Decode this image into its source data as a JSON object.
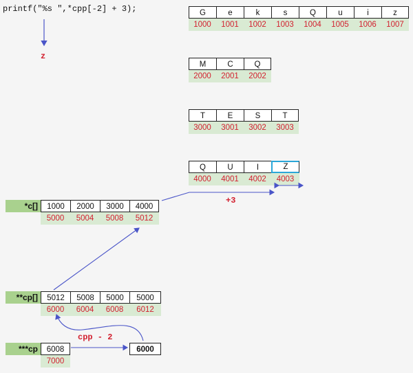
{
  "code": "printf(\"%s \",*cpp[-2] + 3);",
  "output": "z",
  "arrays": {
    "geeks": {
      "cells": [
        "G",
        "e",
        "k",
        "s",
        "Q",
        "u",
        "i",
        "z"
      ],
      "addrs": [
        "1000",
        "1001",
        "1002",
        "1003",
        "1004",
        "1005",
        "1006",
        "1007"
      ]
    },
    "mcq": {
      "cells": [
        "M",
        "C",
        "Q"
      ],
      "addrs": [
        "2000",
        "2001",
        "2002"
      ]
    },
    "test": {
      "cells": [
        "T",
        "E",
        "S",
        "T"
      ],
      "addrs": [
        "3000",
        "3001",
        "3002",
        "3003"
      ]
    },
    "quiz": {
      "cells": [
        "Q",
        "U",
        "I",
        "Z"
      ],
      "addrs": [
        "4000",
        "4001",
        "4002",
        "4003"
      ]
    },
    "c": {
      "label": "*c[]",
      "cells": [
        "1000",
        "2000",
        "3000",
        "4000"
      ],
      "addrs": [
        "5000",
        "5004",
        "5008",
        "5012"
      ]
    },
    "cp": {
      "label": "**cp[]",
      "cells": [
        "5012",
        "5008",
        "5000",
        "5000"
      ],
      "addrs": [
        "6000",
        "6004",
        "6008",
        "6012"
      ]
    },
    "cpp": {
      "label": "***cp",
      "cells": [
        "6008"
      ],
      "addrs": [
        "7000"
      ]
    },
    "temp": {
      "cells": [
        "6000"
      ]
    }
  },
  "annotations": {
    "plus3": "+3",
    "cpp_minus2": "cpp - 2"
  },
  "colors": {
    "address": "#d2202f",
    "address_bg": "#d9ead3",
    "label_bg": "#a9d18e",
    "arrow": "#4a55c8",
    "highlight": "#2aa6d8"
  }
}
